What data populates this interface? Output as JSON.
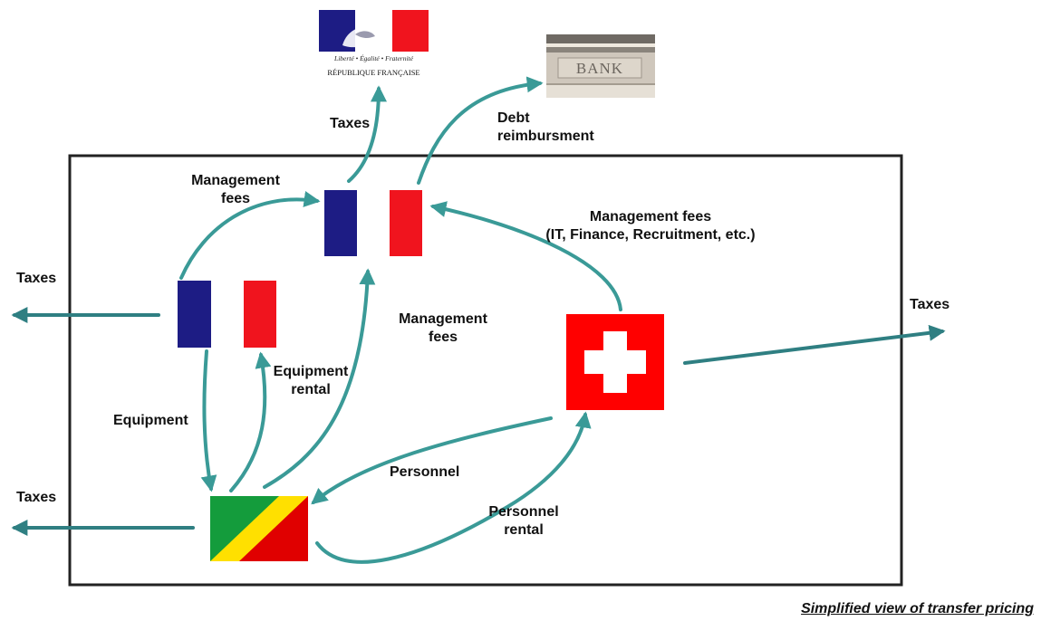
{
  "colors": {
    "arrow": "#3a9a97",
    "arrow_dark": "#2f7f82",
    "france_blue": "#1d1c84",
    "france_red": "#f0141e",
    "swiss_red": "#ff0000",
    "congo_green": "#149c3c",
    "congo_yellow": "#ffe000",
    "congo_red": "#e00000",
    "frame": "#222222"
  },
  "logos": {
    "republique": {
      "motto": "Liberté • Égalité • Fraternité",
      "name": "RÉPUBLIQUE FRANÇAISE"
    },
    "bank": {
      "text": "BANK"
    }
  },
  "labels": {
    "taxes_top": "Taxes",
    "debt_line1": "Debt",
    "debt_line2": "reimbursment",
    "mgmt_fees_left_line1": "Management",
    "mgmt_fees_left_line2": "fees",
    "mgmt_fees_right_line1": "Management fees",
    "mgmt_fees_right_line2": "(IT, Finance, Recruitment, etc.)",
    "mgmt_fees_mid_line1": "Management",
    "mgmt_fees_mid_line2": "fees",
    "taxes_left_upper": "Taxes",
    "taxes_left_lower": "Taxes",
    "taxes_right": "Taxes",
    "equipment": "Equipment",
    "equipment_rental_line1": "Equipment",
    "equipment_rental_line2": "rental",
    "personnel": "Personnel",
    "personnel_rental_line1": "Personnel",
    "personnel_rental_line2": "rental"
  },
  "caption": "Simplified  view of transfer pricing"
}
